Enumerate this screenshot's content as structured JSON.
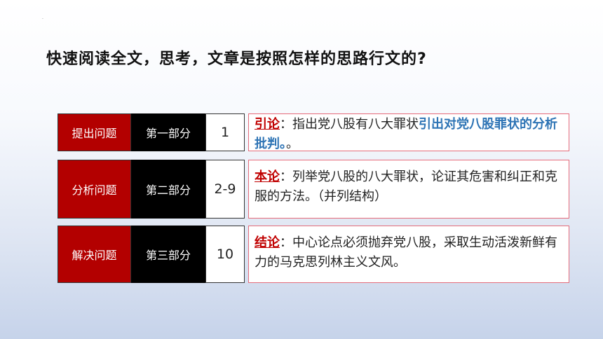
{
  "question": "快速阅读全文，思考，文章是按照怎样的思路行文的?",
  "rows": [
    {
      "role": "提出问题",
      "part": "第一部分",
      "range": "1",
      "keyword": "引论",
      "sep": "：",
      "text_a": "指出党八股有八大罪状",
      "text_b": "引出对党八股罪状的分析批判。",
      "text_c": "。"
    },
    {
      "role": "分析问题",
      "part": "第二部分",
      "range": "2-9",
      "keyword": "本论",
      "sep": "：",
      "text_a": "列举党八股的八大罪状，论证其危害和纠正和克服的方法。（并列结构）"
    },
    {
      "role": "解决问题",
      "part": "第三部分",
      "range": "10",
      "keyword": "结论",
      "sep": "：",
      "text_a": "中心论点必须抛弃党八股，采取生动活泼新鲜有力的马克思列林主义文风。"
    }
  ]
}
